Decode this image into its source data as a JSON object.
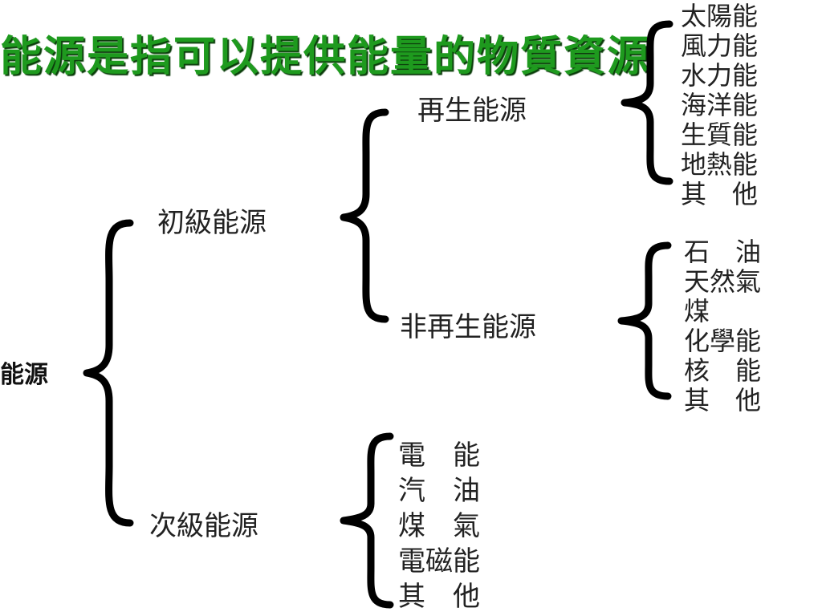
{
  "title": "能源是指可以提供能量的物質資源",
  "root": "能源",
  "primary": {
    "label": "初級能源",
    "renewable": {
      "label": "再生能源",
      "items": [
        "太陽能",
        "風力能",
        "水力能",
        "海洋能",
        "生質能",
        "地熱能",
        "其　他"
      ]
    },
    "nonrenewable": {
      "label": "非再生能源",
      "items": [
        "石　油",
        "天然氣",
        "煤",
        "化學能",
        "核　能",
        "其　他"
      ]
    }
  },
  "secondary": {
    "label": "次級能源",
    "items": [
      "電　能",
      "汽　油",
      "煤　氣",
      "電磁能",
      "其　他"
    ]
  }
}
